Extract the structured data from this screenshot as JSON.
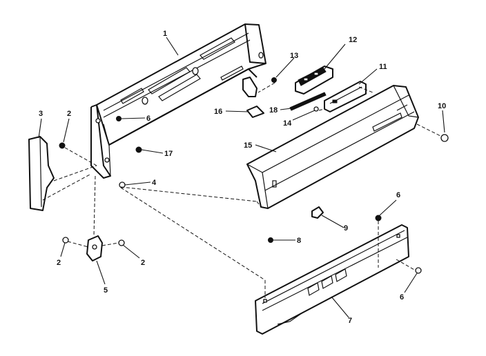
{
  "diagram": {
    "labels": {
      "p1": "1",
      "p2a": "2",
      "p2b": "2",
      "p2c": "2",
      "p3": "3",
      "p4": "4",
      "p5": "5",
      "p6a": "6",
      "p6b": "6",
      "p6c": "6",
      "p7": "7",
      "p8": "8",
      "p9": "9",
      "p10": "10",
      "p11": "11",
      "p12": "12",
      "p13": "13",
      "p14": "14",
      "p15": "15",
      "p16": "16",
      "p17": "17",
      "p18": "18"
    }
  }
}
